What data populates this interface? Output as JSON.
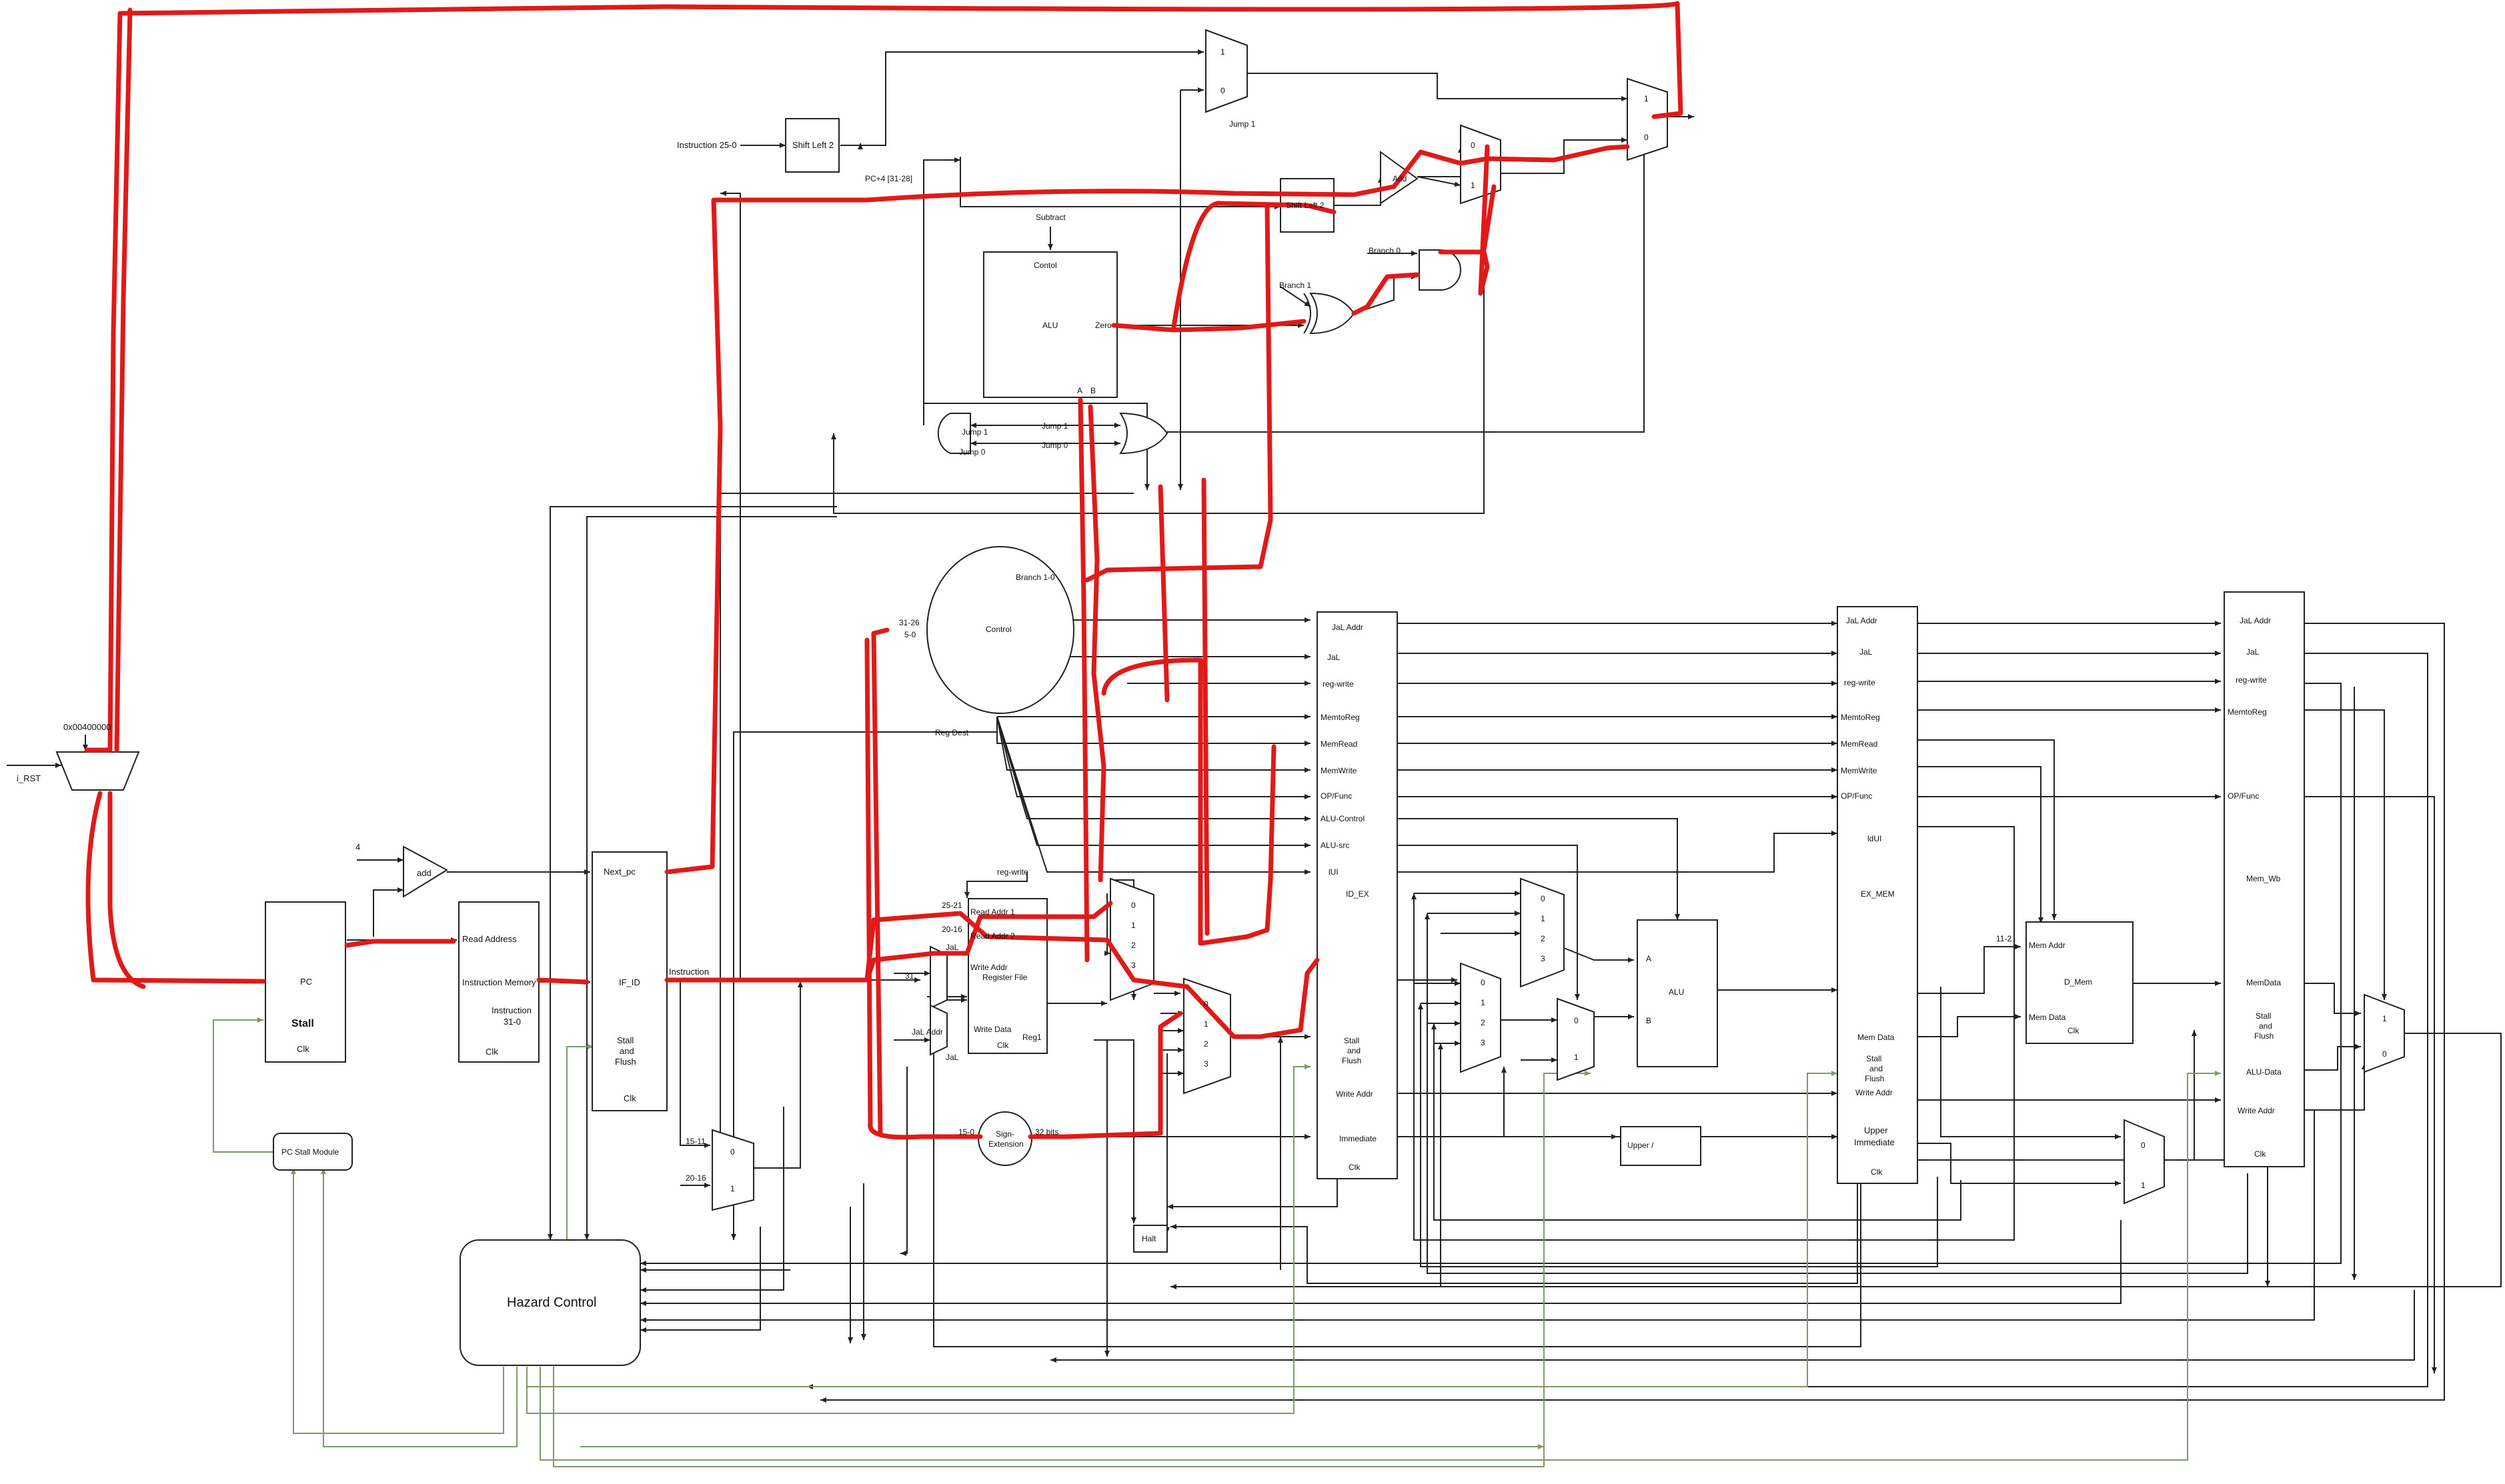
{
  "colors": {
    "wire": "#222222",
    "feedback": "#7f9a6a",
    "annotation": "#e01919",
    "background": "#ffffff"
  },
  "labels": {
    "reset_in": "i_RST",
    "pc_init": "0x00400000",
    "const_four": "4",
    "adder_pc": "add",
    "pc": {
      "name": "PC",
      "stall": "Stall",
      "clk": "Clk"
    },
    "pc_stall_module": "PC Stall Module",
    "imem": {
      "read_addr": "Read Address",
      "name": "Instruction Memory",
      "range_a": "Instruction",
      "range_b": "31-0",
      "clk": "Clk"
    },
    "if_id": {
      "next_pc": "Next_pc",
      "name": "IF_ID",
      "stall_a": "Stall",
      "stall_b": "and",
      "stall_c": "Flush",
      "clk": "Clk"
    },
    "wire_instruction": "Instruction",
    "instr_25_0": "Instruction 25-0",
    "shift_left_top": "Shift Left 2",
    "pc4_bits": "PC+4 [31-28]",
    "mux_one": "1",
    "mux_zero": "0",
    "jump1_top": "Jump 1",
    "add_branch": "Add",
    "shift_left_mid": "Shift Left 2",
    "subtract": "Subtract",
    "branch_alu": {
      "control": "Contol",
      "name": "ALU",
      "zero": "Zero",
      "a": "A",
      "b": "B"
    },
    "branch0": "Branch 0",
    "branch1": "Branch 1",
    "jump1_gate": "Jump 1",
    "jump1_or": "Jump 1",
    "jump0": "Jump 0",
    "control": {
      "name": "Control",
      "branch": "Branch 1-0",
      "op_a": "31-26",
      "op_b": "5-0",
      "reg_dest": "Reg Dest"
    },
    "regfile": {
      "reg_write_top": "reg-write",
      "bits_a": "25-21",
      "bits_b": "20-16",
      "read1": "Read Addr 1",
      "read2": "Read Addr 2",
      "write_addr": "Write Addr",
      "name": "Register File",
      "write_data": "Write Data",
      "reg1": "Reg1",
      "clk": "Clk",
      "jal": "JaL",
      "jal_addr": "JaL Addr",
      "jal2": "JaL",
      "const31": "31"
    },
    "rd_mux": {
      "a": "15-11",
      "b": "20-16"
    },
    "sign_ext": {
      "name_a": "Sign-",
      "name_b": "Extension",
      "in_bits": "15-0",
      "out_bits": "32 bits"
    },
    "halt": "Halt",
    "hazard": "Hazard Control",
    "mux_digits": [
      "0",
      "1",
      "2",
      "3"
    ],
    "id_ex": {
      "jal_addr": "JaL Addr",
      "jal": "JaL",
      "reg_write": "reg-write",
      "memtoreg": "MemtoReg",
      "memread": "MemRead",
      "memwrite": "MemWrite",
      "opfunc": "OP/Func",
      "alu_control": "ALU-Control",
      "alu_src": "ALU-src",
      "lui": "lUI",
      "name": "ID_EX",
      "stall_a": "Stall",
      "stall_b": "and",
      "stall_c": "Flush",
      "write_addr": "Write Addr",
      "immediate": "Immediate",
      "clk": "Clk"
    },
    "alu_main": {
      "a": "A",
      "name": "ALU",
      "b": "B"
    },
    "upper": "Upper /",
    "ex_mem": {
      "jal_addr": "JaL Addr",
      "jal": "JaL",
      "reg_write": "reg-write",
      "memtoreg": "MemtoReg",
      "memread": "MemRead",
      "memwrite": "MemWrite",
      "opfunc": "OP/Func",
      "lui": "ldUI",
      "name": "EX_MEM",
      "mem_data": "Mem Data",
      "stall_a": "Stall",
      "stall_b": "and",
      "stall_c": "Flush",
      "write_addr": "Write Addr",
      "upper_a": "Upper",
      "upper_b": "Immediate",
      "clk": "Clk"
    },
    "bits_11_2": "11-2",
    "dmem": {
      "mem_addr": "Mem Addr",
      "name": "D_Mem",
      "mem_data": "Mem Data",
      "clk": "Clk"
    },
    "mem_wb": {
      "jal_addr": "JaL Addr",
      "jal": "JaL",
      "reg_write": "reg-write",
      "memtoreg": "MemtoReg",
      "opfunc": "OP/Func",
      "name": "Mem_Wb",
      "memdata": "MemData",
      "stall_a": "Stall",
      "stall_b": "and",
      "stall_c": "Flush",
      "alu_data": "ALU-Data",
      "write_addr": "Write Addr",
      "clk": "Clk"
    }
  }
}
